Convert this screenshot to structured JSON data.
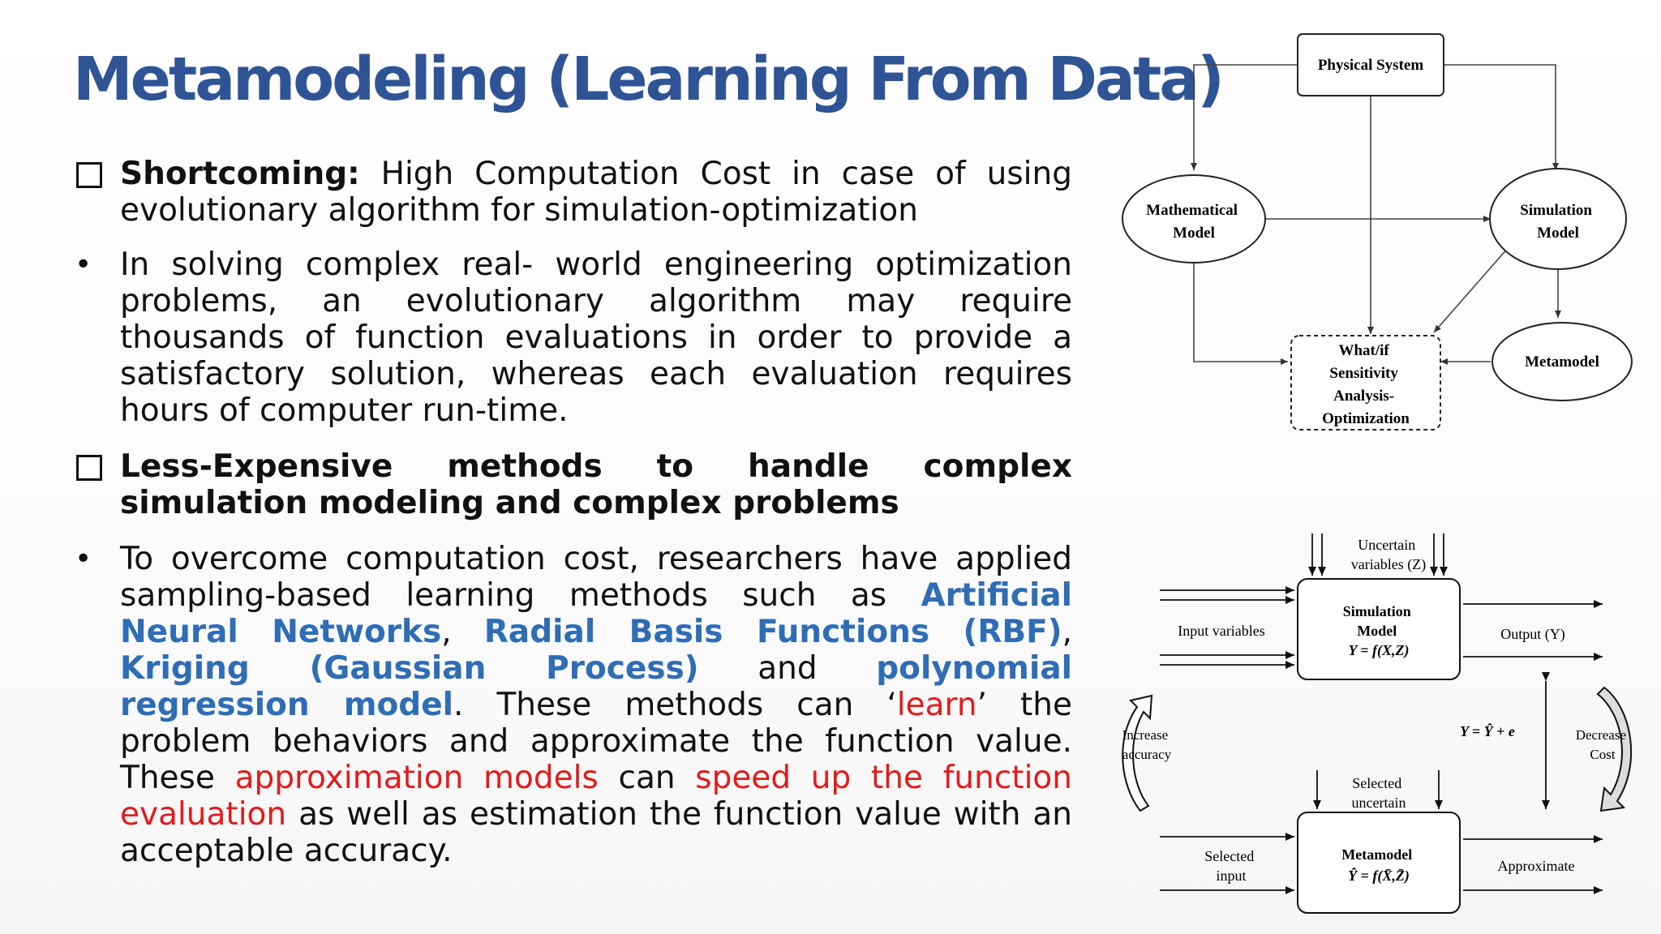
{
  "slide": {
    "title": "Metamodeling (Learning From Data)",
    "bullets": [
      {
        "type": "box",
        "label": "Shortcoming:",
        "text": " High Computation Cost in case of using evolutionary algorithm for simulation-optimization"
      },
      {
        "type": "dot",
        "text": "In solving complex real- world engineering optimization problems, an evolutionary algorithm may require thousands of function evaluations in order to provide a satisfactory solution, whereas each evaluation requires hours of computer run-time."
      },
      {
        "type": "box",
        "label": "Less-Expensive methods to handle complex simulation modeling and complex problems"
      },
      {
        "type": "dot",
        "segments": {
          "s1": "To overcome computation cost, researchers have applied sampling-based learning methods such as ",
          "ann": "Artificial Neural Networks",
          "s2": ", ",
          "rbf": "Radial Basis Functions (RBF)",
          "s3": ", ",
          "kriging": "Kriging (Gaussian Process)",
          "s4": " and ",
          "poly": "polynomial regression model",
          "s5": ". These methods can ‘",
          "learn": "learn",
          "s6": "’ the problem behaviors and approximate the function value. These ",
          "approx": "approximation models",
          "s7": " can ",
          "speed": "speed up the function evaluation",
          "s8": " as well as estimation the function value with an acceptable accuracy."
        }
      }
    ]
  },
  "diagram_top": {
    "physical_system": "Physical System",
    "math_model": [
      "Mathematical",
      "Model"
    ],
    "sim_model": [
      "Simulation",
      "Model"
    ],
    "whatif": [
      "What/if",
      "Sensitivity",
      "Analysis-",
      "Optimization"
    ],
    "metamodel": "Metamodel"
  },
  "diagram_bottom": {
    "uncertain": [
      "Uncertain",
      "variables (Z)"
    ],
    "input_vars": "Input variables",
    "sim_box": [
      "Simulation",
      "Model",
      "Y = f(X,Z)"
    ],
    "output": "Output (Y)",
    "increase": [
      "Increase",
      "accuracy"
    ],
    "equation": "Y = Ŷ + e",
    "decrease": [
      "Decrease",
      "Cost"
    ],
    "selected_uncertain": [
      "Selected",
      "uncertain"
    ],
    "selected_input": [
      "Selected",
      "input"
    ],
    "meta_box": [
      "Metamodel",
      "Ŷ = f(X̄,Z̄)"
    ],
    "approximate": "Approximate"
  },
  "colors": {
    "title": "#2f5496",
    "highlight_blue": "#2f6db5",
    "highlight_red": "#e31b1b"
  }
}
